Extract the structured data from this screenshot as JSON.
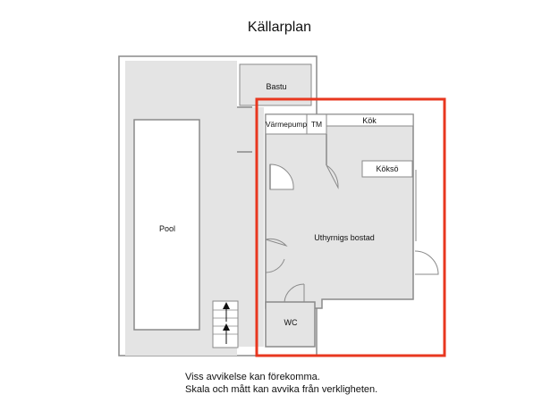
{
  "title": "Källarplan",
  "rooms": {
    "bastu": "Bastu",
    "varmepump": "Värmepump",
    "tm": "TM",
    "kok": "Kök",
    "kokso": "Köksö",
    "pool": "Pool",
    "bostad": "Uthyrnigs bostad",
    "wc": "WC"
  },
  "notes": [
    "Viss avvikelse kan förekomma.",
    "Skala och mått kan avvika från verkligheten."
  ],
  "colors": {
    "floor": "#e4e4e4",
    "wall": "#8a8a8a",
    "highlight": "#e8371f"
  },
  "icons": [
    "shower-icon",
    "stair-arrow-up-icon",
    "door-swing-icon"
  ]
}
